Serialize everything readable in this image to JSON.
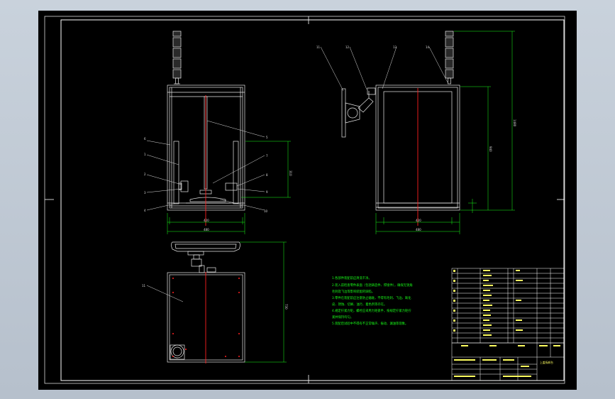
{
  "drawing": {
    "title_block_name": "上盖拆卸台",
    "notes": [
      "1.各部件装配前应清洗干净。",
      "2.装入前检查零件表面（包括铸造件、焊接件），确保无锐角",
      "  毛刺及飞边等影响装配的缺陷。",
      "3.零件在装配前应注意防止磕碰，不得有毛刺、飞边、氧化",
      "  皮、锈蚀、切屑、油污、着色剂等存在。",
      "4.规定拧紧力矩，螺栓应采用力矩扳手，按规定拧紧力矩拧",
      "  紧并保持均匀。",
      "5.装配后试验中不得有不正常噪声、振动、漏油等现象。"
    ],
    "colors": {
      "line": "#e8e8e8",
      "dimension": "#19ff19",
      "centerline": "#ff2020",
      "note_text": "#19ff19",
      "title_text": "#ffff60"
    }
  }
}
